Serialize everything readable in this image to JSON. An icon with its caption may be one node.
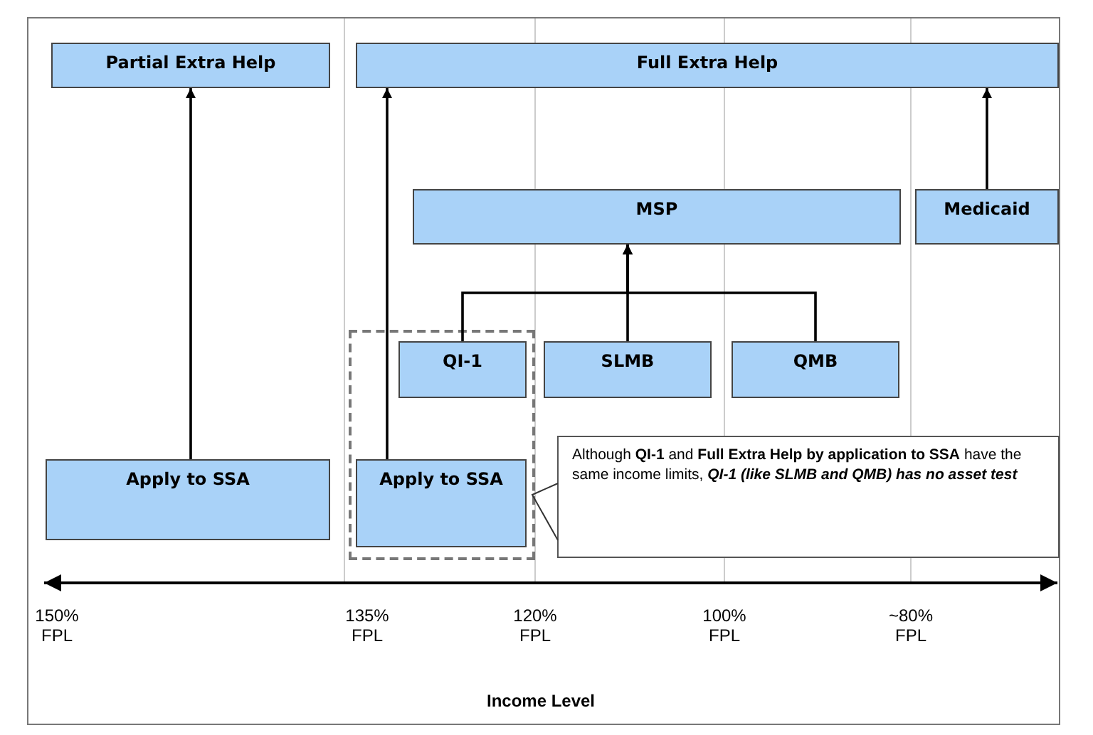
{
  "diagram": {
    "nodes": [
      {
        "text": [
          "Partial Extra Help"
        ]
      },
      {
        "text": [
          "Full Extra Help"
        ]
      },
      {
        "text": [
          "MSP"
        ]
      },
      {
        "text": [
          "Medicaid"
        ]
      },
      {
        "text": [],
        "shape": "box"
      },
      {
        "text": [
          "QI-1"
        ],
        "in": 4
      },
      {
        "text": [
          "SLMB"
        ]
      },
      {
        "text": [
          "QMB"
        ]
      },
      {
        "text": [
          "Apply to SSA"
        ]
      },
      {
        "text": [
          "Apply to SSA"
        ],
        "in": 4
      },
      {
        "text": [
          "Although **QI-1** and **Full Extra Help by application to SSA** have the same income limits, *QI-1 (like SLMB and QMB) has no asset test*"
        ]
      }
    ],
    "edges": [
      {
        "from": 8,
        "to": 0,
        "arrow": "to"
      },
      {
        "from": 9,
        "to": 1,
        "arrow": "to"
      },
      {
        "from": 3,
        "to": 1,
        "arrow": "to"
      },
      {
        "from": 5,
        "to": 2,
        "arrow": "to"
      },
      {
        "from": 6,
        "to": 2,
        "arrow": "to"
      },
      {
        "from": 7,
        "to": 2,
        "arrow": "to"
      },
      {
        "from": 10,
        "to": 9,
        "arrow": "none"
      }
    ],
    "labels": [
      "150% FPL",
      "135% FPL",
      "120% FPL",
      "100% FPL",
      "~80% FPL",
      "Income Level"
    ]
  }
}
